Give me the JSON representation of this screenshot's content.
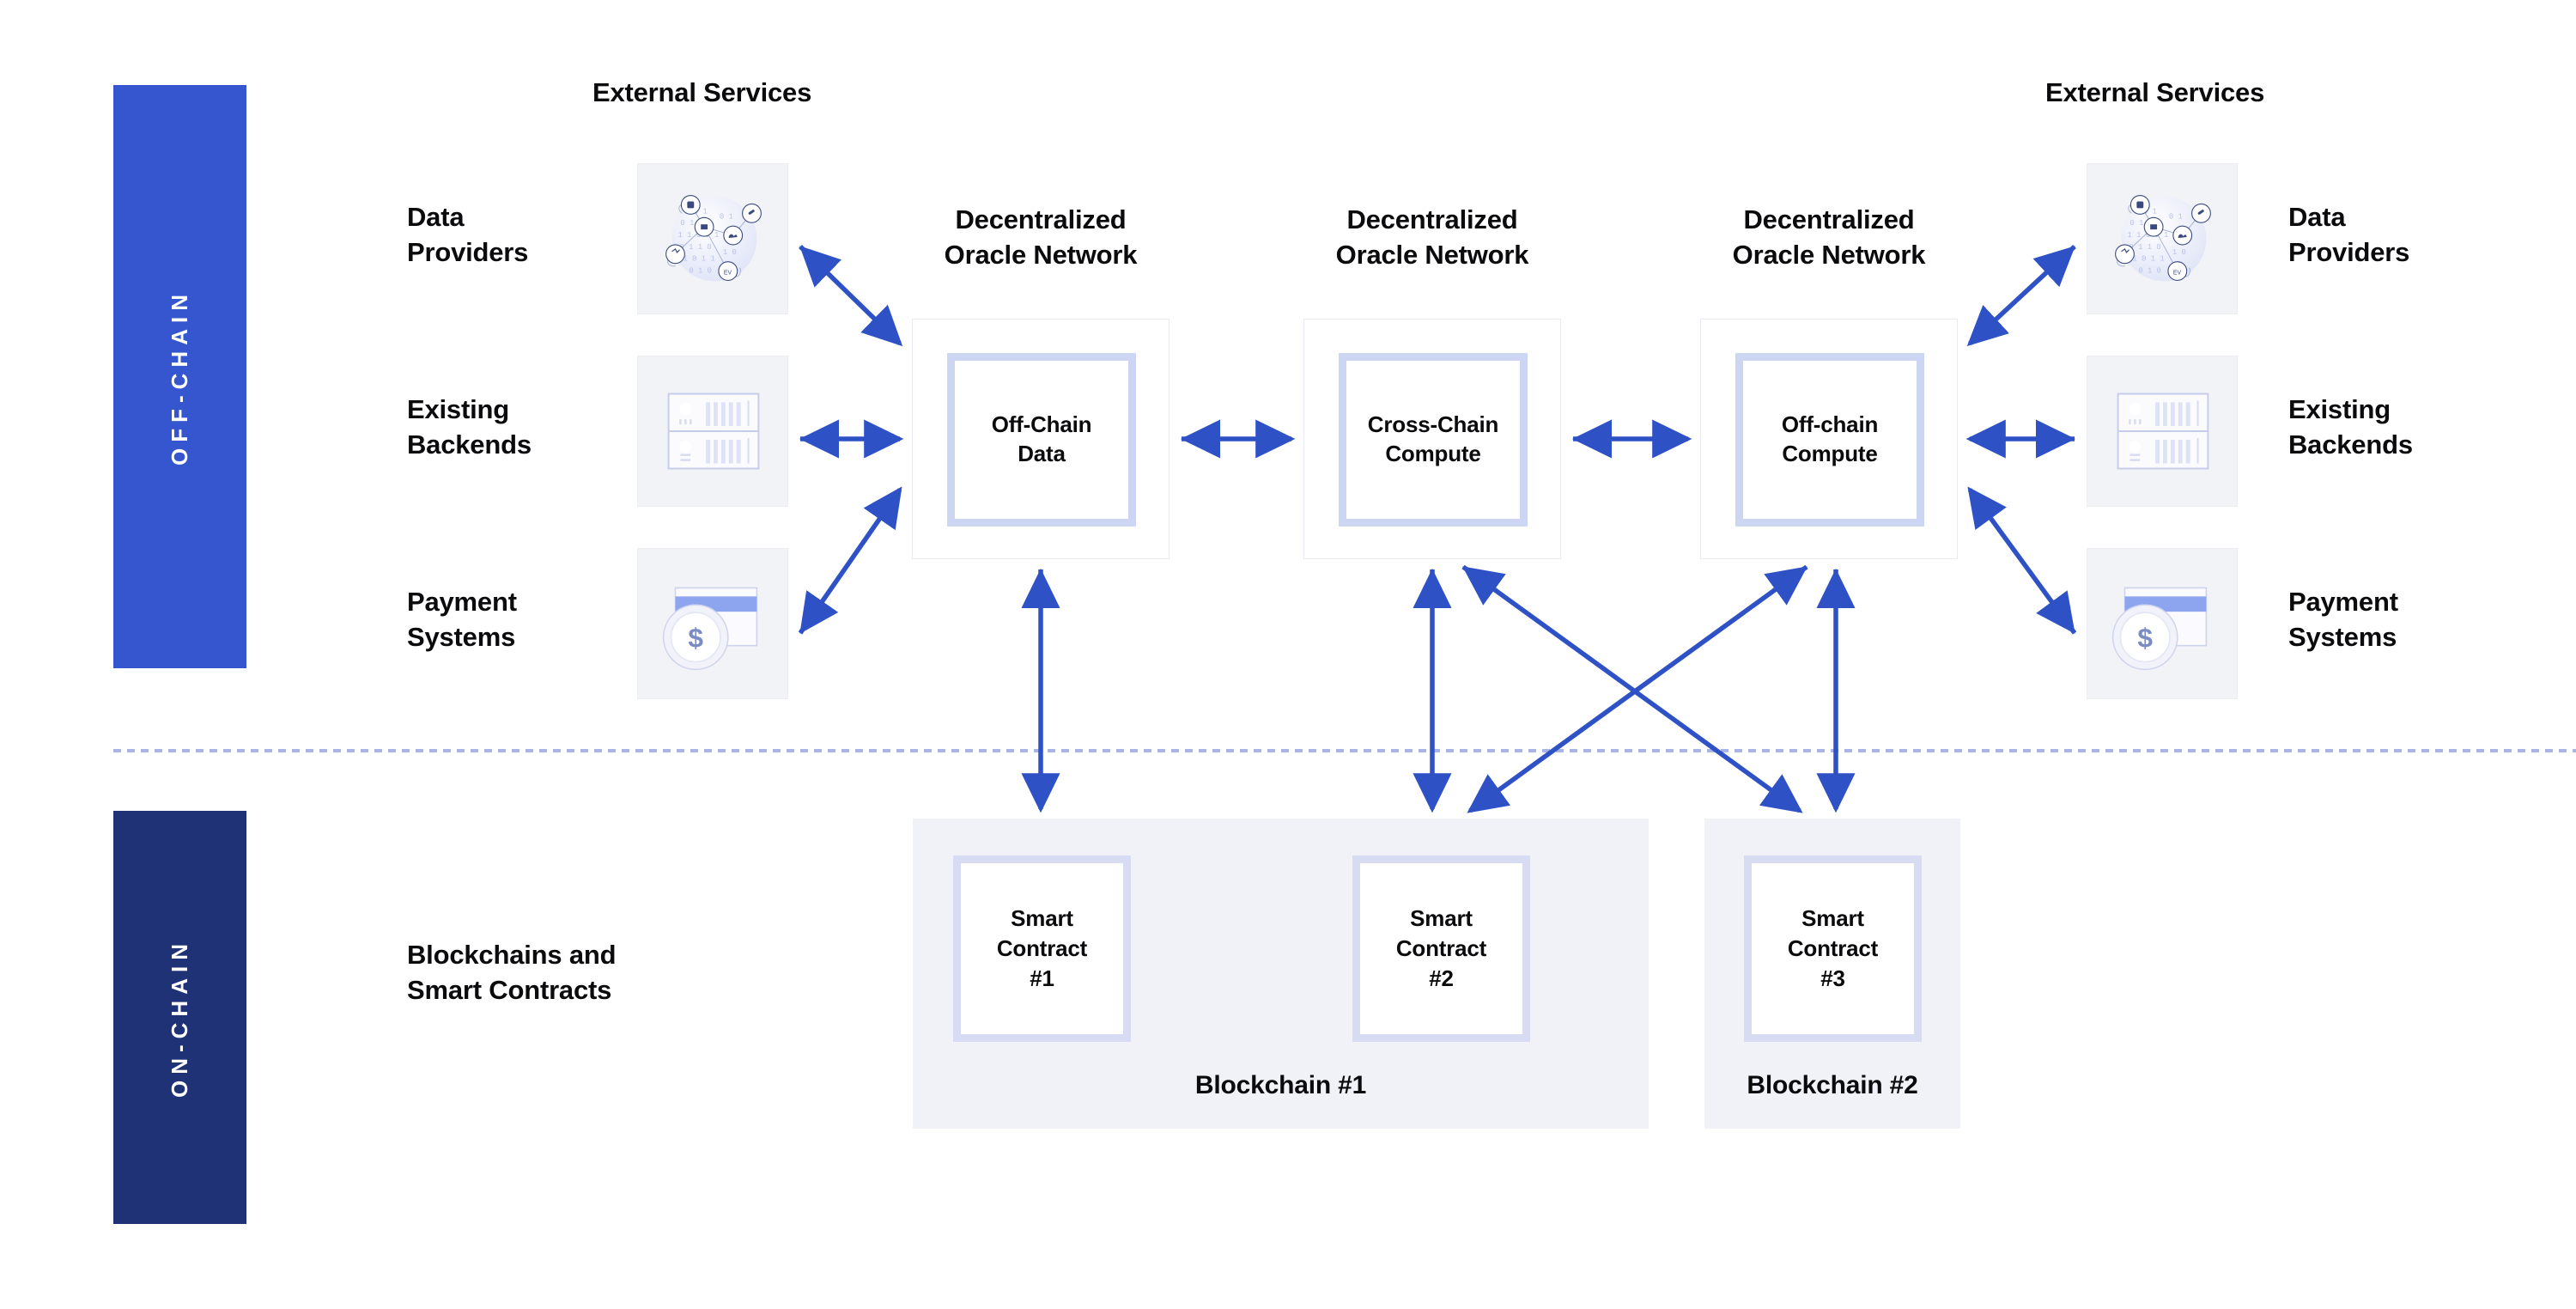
{
  "lanes": {
    "offchain_label": "OFF-CHAIN",
    "offchain_color": "#3556ce",
    "onchain_label": "ON-CHAIN",
    "onchain_color": "#1f3276"
  },
  "headings": {
    "external_services_left": "External Services",
    "external_services_right": "External Services"
  },
  "left_services": [
    {
      "label": "Data\nProviders",
      "icon": "data-providers-globe-icon"
    },
    {
      "label": "Existing\nBackends",
      "icon": "server-rack-icon"
    },
    {
      "label": "Payment\nSystems",
      "icon": "credit-card-coin-icon"
    }
  ],
  "right_services": [
    {
      "label": "Data\nProviders",
      "icon": "data-providers-globe-icon"
    },
    {
      "label": "Existing\nBackends",
      "icon": "server-rack-icon"
    },
    {
      "label": "Payment\nSystems",
      "icon": "credit-card-coin-icon"
    }
  ],
  "oracle_networks": [
    {
      "title": "Decentralized\nOracle Network",
      "node": "Off-Chain\nData"
    },
    {
      "title": "Decentralized\nOracle Network",
      "node": "Cross-Chain\nCompute"
    },
    {
      "title": "Decentralized\nOracle Network",
      "node": "Off-chain\nCompute"
    }
  ],
  "onchain": {
    "section_label": "Blockchains and\nSmart Contracts",
    "blockchains": [
      {
        "caption": "Blockchain #1",
        "contracts": [
          "Smart\nContract\n#1",
          "Smart\nContract\n#2"
        ]
      },
      {
        "caption": "Blockchain #2",
        "contracts": [
          "Smart\nContract\n#3"
        ]
      }
    ]
  },
  "colors": {
    "arrow": "#2f51c6",
    "divider": "#a9b5e6",
    "tile_bg": "#f2f3f7",
    "node_border": "#ccd6f2",
    "contract_border": "#d7dcf3",
    "chain_bg": "#f1f2f7",
    "text": "#0b0b0d"
  }
}
